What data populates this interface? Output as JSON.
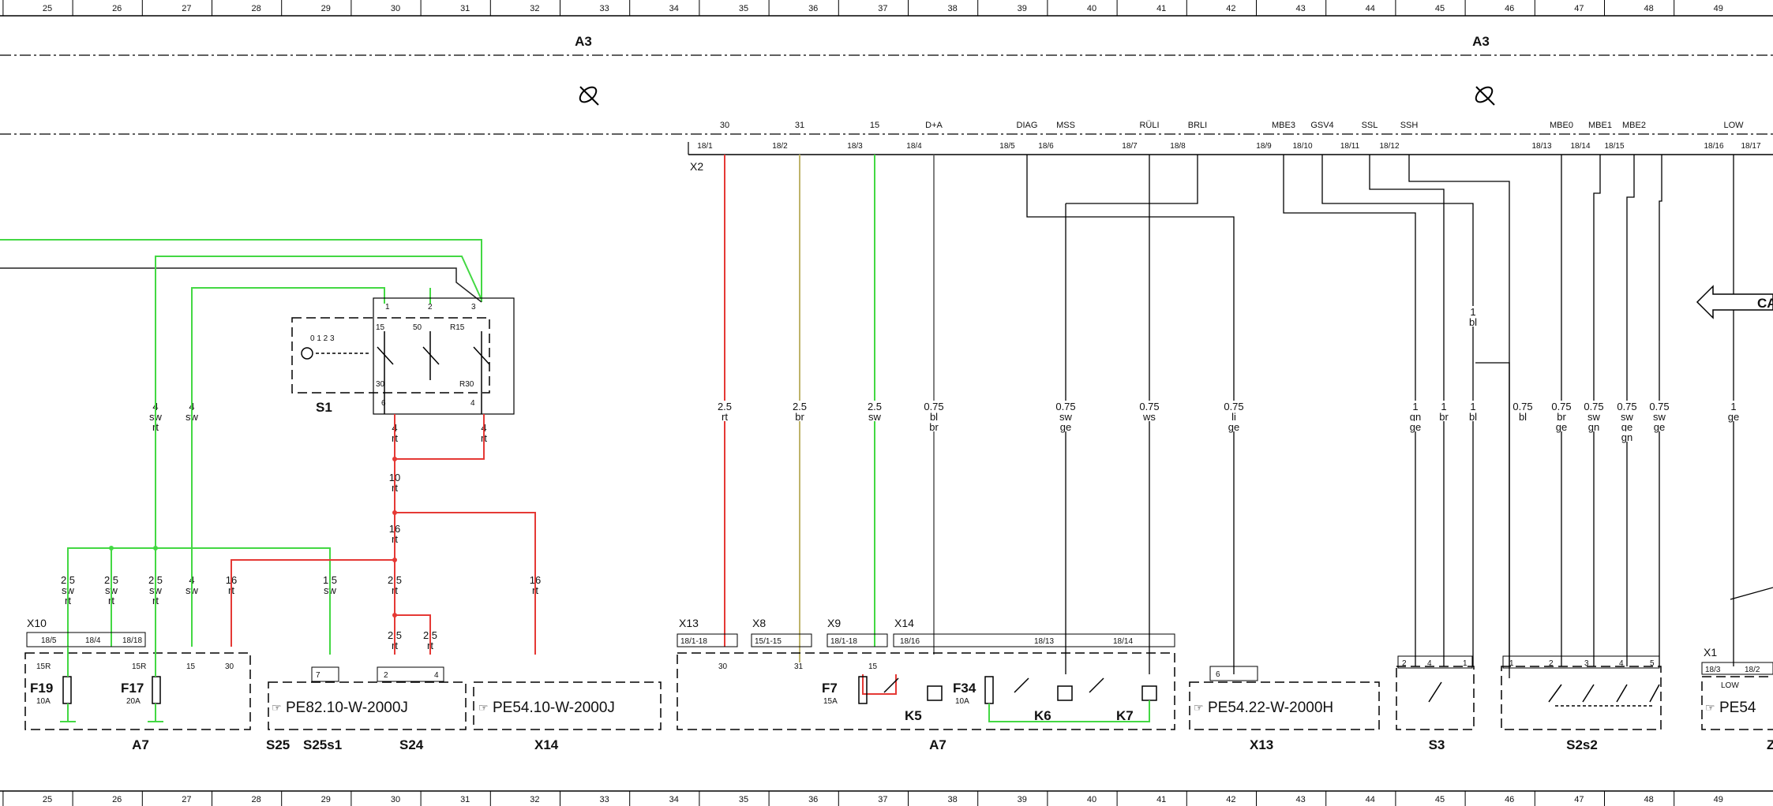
{
  "grid_numbers": [
    "25",
    "26",
    "27",
    "28",
    "29",
    "30",
    "31",
    "32",
    "33",
    "34",
    "35",
    "36",
    "37",
    "38",
    "39",
    "40",
    "41",
    "42",
    "43",
    "44",
    "45",
    "46",
    "47",
    "48",
    "49"
  ],
  "ground_labels": [
    "A3",
    "A3"
  ],
  "x2": {
    "label": "X2",
    "signals": [
      "30",
      "31",
      "15",
      "D+A",
      "DIAG",
      "MSS",
      "RÜLI",
      "BRLI",
      "MBE3",
      "GSV4",
      "SSL",
      "SSH",
      "MBE0",
      "MBE1",
      "MBE2",
      "LOW"
    ],
    "pins": [
      "18/1",
      "18/2",
      "18/3",
      "18/4",
      "18/5",
      "18/6",
      "18/7",
      "18/8",
      "18/9",
      "18/10",
      "18/11",
      "18/12",
      "18/13",
      "18/14",
      "18/15",
      "18/16",
      "18/17"
    ]
  },
  "wire_labels": [
    {
      "size": "2.5",
      "color": "rt"
    },
    {
      "size": "2.5",
      "color": "br"
    },
    {
      "size": "2.5",
      "color": "sw"
    },
    {
      "size": "0.75",
      "color": "bl/br"
    },
    {
      "size": "0.75",
      "color": "sw/ge"
    },
    {
      "size": "0.75",
      "color": "ws"
    },
    {
      "size": "0.75",
      "color": "li/ge"
    },
    {
      "size": "1",
      "color": "gn/ge"
    },
    {
      "size": "1",
      "color": "br"
    },
    {
      "size": "1",
      "color": "bl"
    },
    {
      "size": "1",
      "color": "bl"
    },
    {
      "size": "0.75",
      "color": "bl"
    },
    {
      "size": "0.75",
      "color": "br/ge"
    },
    {
      "size": "0.75",
      "color": "sw/gn"
    },
    {
      "size": "0.75",
      "color": "sw/ge/gn"
    },
    {
      "size": "0.75",
      "color": "sw/ge"
    },
    {
      "size": "1",
      "color": "ge"
    },
    {
      "size": "4",
      "color": "sw/rt"
    },
    {
      "size": "4",
      "color": "sw"
    },
    {
      "size": "4",
      "color": "rt"
    },
    {
      "size": "4",
      "color": "rt"
    },
    {
      "size": "10",
      "color": "rt"
    },
    {
      "size": "16",
      "color": "rt"
    },
    {
      "size": "2.5",
      "color": "rt"
    },
    {
      "size": "2.5",
      "color": "rt"
    },
    {
      "size": "2.5",
      "color": "rt"
    },
    {
      "size": "1.5",
      "color": "sw"
    },
    {
      "size": "16",
      "color": "rt"
    },
    {
      "size": "16",
      "color": "rt"
    },
    {
      "size": "4",
      "color": "sw"
    },
    {
      "size": "2.5",
      "color": "sw/rt"
    },
    {
      "size": "2.5",
      "color": "sw/rt"
    },
    {
      "size": "2.5",
      "color": "sw/rt"
    }
  ],
  "s1": {
    "label": "S1",
    "terminals": [
      "1",
      "2",
      "3",
      "15",
      "50",
      "R15",
      "30",
      "R30",
      "6",
      "4"
    ],
    "positions": "0 1 2 3"
  },
  "a7_left": {
    "connector": "X10",
    "pins": [
      "18/5",
      "18/4",
      "18/18"
    ],
    "terminals": [
      "15R",
      "15R",
      "15",
      "30"
    ],
    "fuses": [
      {
        "name": "F19",
        "rating": "10A"
      },
      {
        "name": "F17",
        "rating": "20A"
      }
    ],
    "label": "A7"
  },
  "pe_s25": {
    "ref": "PE82.10-W-2000J",
    "pins": [
      "7"
    ],
    "labels": [
      "S25",
      "S25s1",
      "S24"
    ],
    "pins2": [
      "2",
      "4"
    ]
  },
  "pe_x14": {
    "ref": "PE54.10-W-2000J",
    "label": "X14"
  },
  "a7_center": {
    "connectors": [
      {
        "name": "X13",
        "pin": "18/1-18"
      },
      {
        "name": "X8",
        "pin": "15/1-15"
      },
      {
        "name": "X9",
        "pin": "18/1-18"
      },
      {
        "name": "X14",
        "pin": "18/16"
      }
    ],
    "extra_pins": [
      "18/13",
      "18/14"
    ],
    "terminals": [
      "30",
      "31",
      "15"
    ],
    "fuses": [
      {
        "name": "F7",
        "rating": "15A"
      },
      {
        "name": "F34",
        "rating": "10A"
      }
    ],
    "relays": [
      "K5",
      "K6",
      "K7"
    ],
    "label": "A7"
  },
  "pe_x13": {
    "ref": "PE54.22-W-2000H",
    "pin": "6",
    "label": "X13"
  },
  "s3": {
    "label": "S3",
    "pins": [
      "2",
      "4",
      "1"
    ]
  },
  "s2s2": {
    "label": "S2s2",
    "pins": [
      "1",
      "2",
      "3",
      "4",
      "5"
    ]
  },
  "right_part": {
    "connector": "X1",
    "pins": [
      "18/3",
      "18/2"
    ],
    "term": "LOW",
    "ref": "PE54",
    "label": "Z",
    "arrow_text": "CA"
  }
}
